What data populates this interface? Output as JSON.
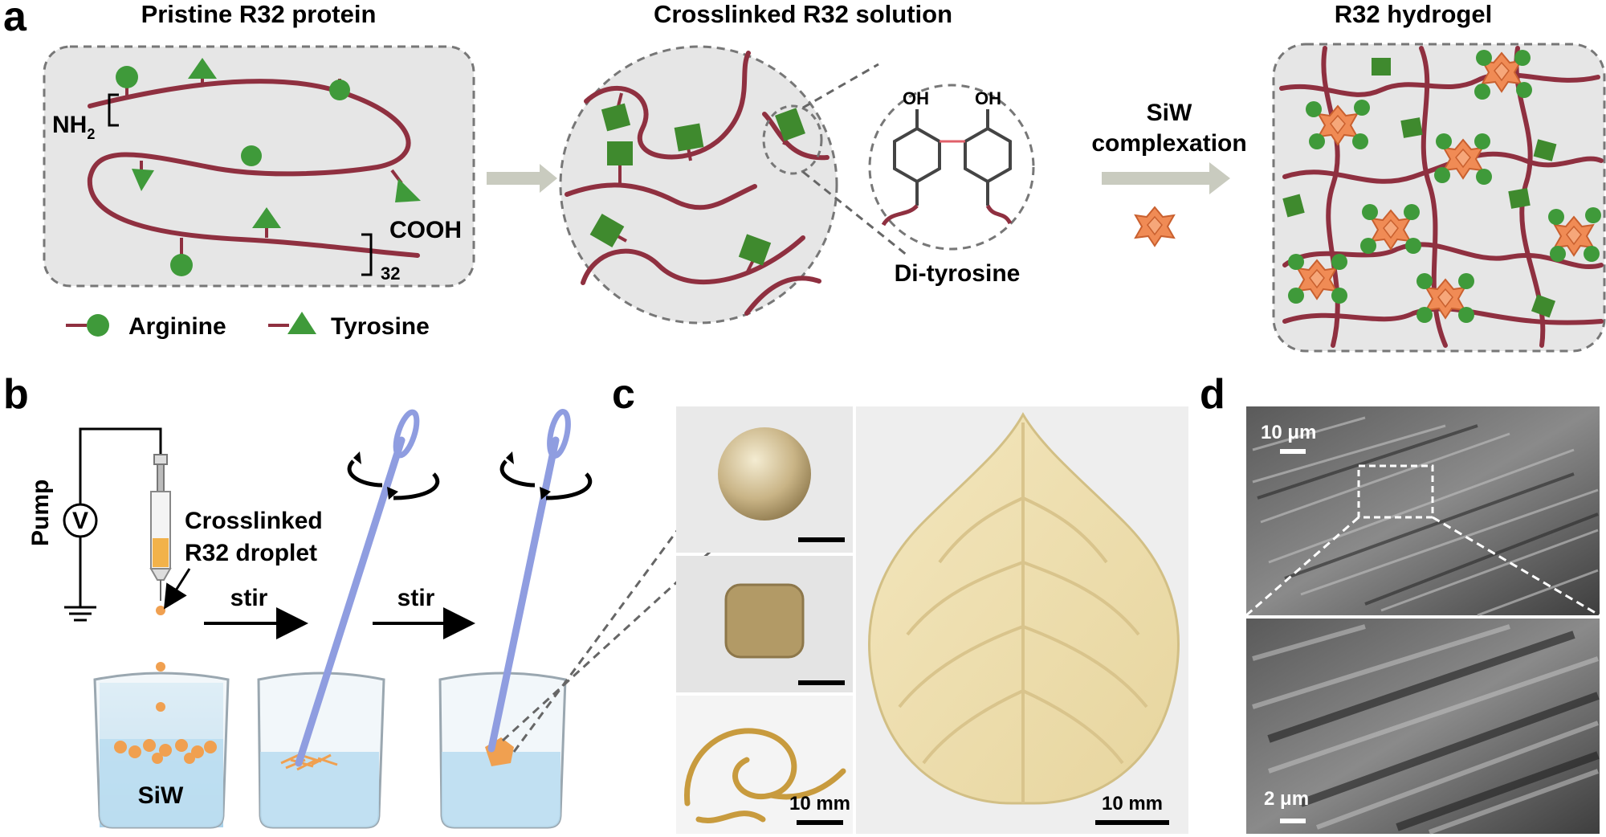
{
  "panel_a": {
    "letter": "a",
    "titles": {
      "pristine": "Pristine R32 protein",
      "crosslinked": "Crosslinked R32 solution",
      "hydrogel": "R32 hydrogel"
    },
    "nh2": "NH",
    "nh2_sub": "2",
    "cooh": "COOH",
    "repeat": "32",
    "oh": "OH",
    "di_tyrosine": "Di-tyrosine",
    "siw_line1": "SiW",
    "siw_line2": "complexation",
    "legend_arginine": "Arginine",
    "legend_tyrosine": "Tyrosine"
  },
  "panel_b": {
    "letter": "b",
    "pump": "Pump",
    "voltmeter": "V",
    "droplet_line1": "Crosslinked",
    "droplet_line2": "R32 droplet",
    "stir1": "stir",
    "stir2": "stir",
    "siw": "SiW"
  },
  "panel_c": {
    "letter": "c",
    "scale_small": "10 mm",
    "scale_leaf": "10 mm"
  },
  "panel_d": {
    "letter": "d",
    "scale_top": "10 μm",
    "scale_bottom": "2 μm"
  },
  "colors": {
    "chain": "#8f3040",
    "bead": "#3f9a3a",
    "gel": "#f0a050",
    "stirrer": "#8f9de0",
    "arrow": "#c9cbbf"
  }
}
